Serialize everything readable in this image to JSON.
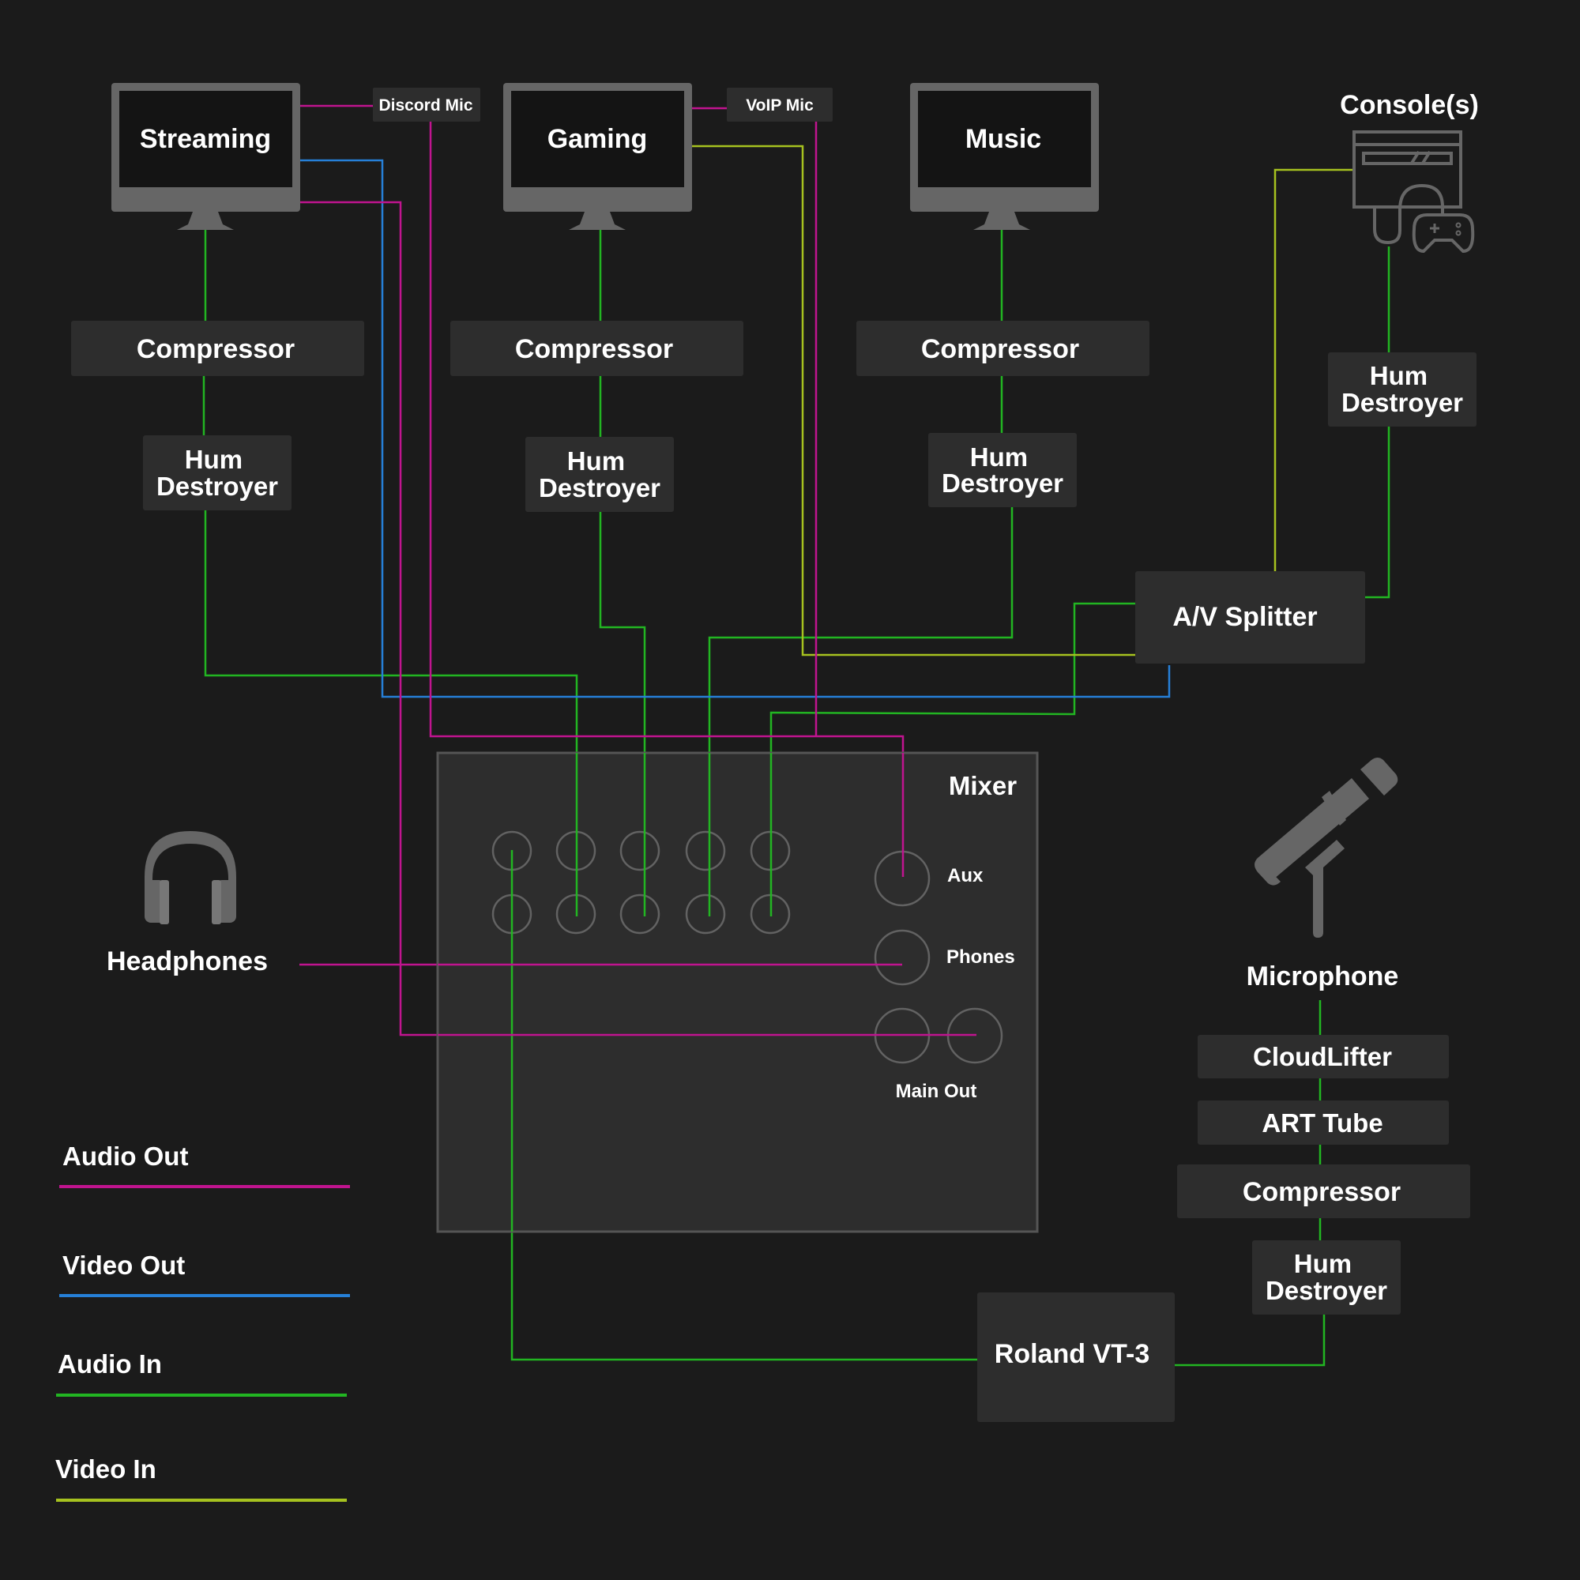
{
  "colors": {
    "background": "#1b1b1b",
    "box": "#2d2d2d",
    "device": "#666666",
    "audio_out": "#c0148f",
    "video_out": "#2680d8",
    "audio_in": "#22b522",
    "video_in": "#a6c21f"
  },
  "monitors": {
    "streaming": "Streaming",
    "gaming": "Gaming",
    "music": "Music"
  },
  "mic_tags": {
    "discord": "Discord Mic",
    "voip": "VoIP Mic"
  },
  "console": {
    "label": "Console(s)",
    "icon": "game-console-icon"
  },
  "chains": {
    "streaming": {
      "compressor": "Compressor",
      "hum_line1": "Hum",
      "hum_line2": "Destroyer"
    },
    "gaming": {
      "compressor": "Compressor",
      "hum_line1": "Hum",
      "hum_line2": "Destroyer"
    },
    "music": {
      "compressor": "Compressor",
      "hum_line1": "Hum",
      "hum_line2": "Destroyer"
    },
    "console": {
      "hum_line1": "Hum",
      "hum_line2": "Destroyer"
    }
  },
  "av_splitter": "A/V Splitter",
  "mixer": {
    "title": "Mixer",
    "aux": "Aux",
    "phones": "Phones",
    "main_out": "Main Out"
  },
  "headphones": {
    "label": "Headphones",
    "icon": "headphones-icon"
  },
  "microphone": {
    "label": "Microphone",
    "icon": "microphone-icon",
    "cloudlifter": "CloudLifter",
    "art_tube": "ART Tube",
    "compressor": "Compressor",
    "hum_line1": "Hum",
    "hum_line2": "Destroyer"
  },
  "roland": "Roland VT-3",
  "legend": [
    {
      "label": "Audio Out",
      "color": "#c0148f"
    },
    {
      "label": "Video Out",
      "color": "#2680d8"
    },
    {
      "label": "Audio In",
      "color": "#22b522"
    },
    {
      "label": "Video In",
      "color": "#a6c21f"
    }
  ]
}
